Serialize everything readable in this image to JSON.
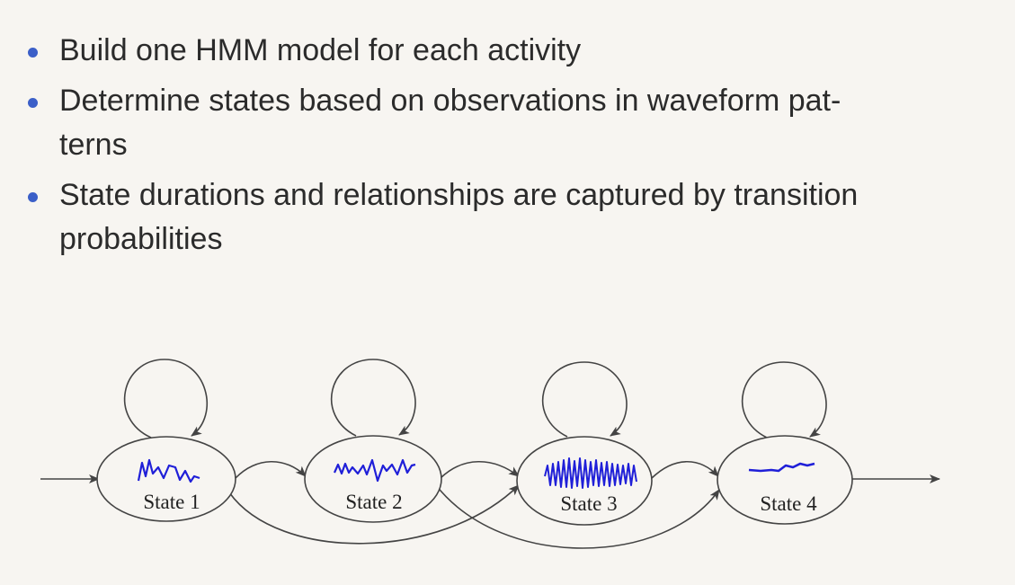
{
  "bullets": [
    "Build one HMM model for each activity",
    "Determine states based on observations in waveform pat-terns",
    "State durations and relationships are captured by transition probabilities"
  ],
  "bullet_lines": [
    [
      "Build one HMM model for each activity"
    ],
    [
      "Determine states based on observations in waveform pat-",
      "terns"
    ],
    [
      "State durations and relationships are captured by transition",
      "probabilities"
    ]
  ],
  "states": [
    {
      "label": "State 1"
    },
    {
      "label": "State 2"
    },
    {
      "label": "State 3"
    },
    {
      "label": "State 4"
    }
  ],
  "colors": {
    "bullet": "#3b5fc8",
    "waveform": "#1f1fd8",
    "stroke": "#444444",
    "text": "#2b2b2b"
  },
  "icons": [
    "bullet-dot",
    "self-loop-arrow",
    "transition-arrow",
    "waveform-glyph"
  ]
}
